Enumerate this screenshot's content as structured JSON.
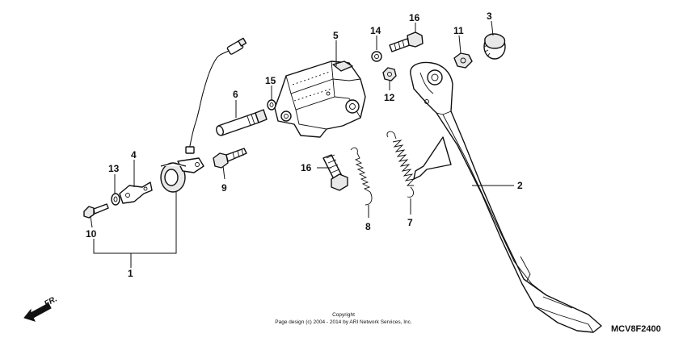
{
  "callouts": {
    "c1": "1",
    "c2": "2",
    "c3": "3",
    "c4": "4",
    "c5": "5",
    "c6": "6",
    "c7": "7",
    "c8": "8",
    "c9": "9",
    "c10": "10",
    "c11": "11",
    "c12": "12",
    "c13": "13",
    "c14": "14",
    "c15": "15",
    "c16a": "16",
    "c16b": "16"
  },
  "footer": {
    "copyright_line1": "Copyright",
    "copyright_line2": "Page design (c) 2004 - 2014 by ARI Network Services, Inc.",
    "diagram_code": "MCV8F2400"
  },
  "direction": {
    "label": "FR."
  }
}
